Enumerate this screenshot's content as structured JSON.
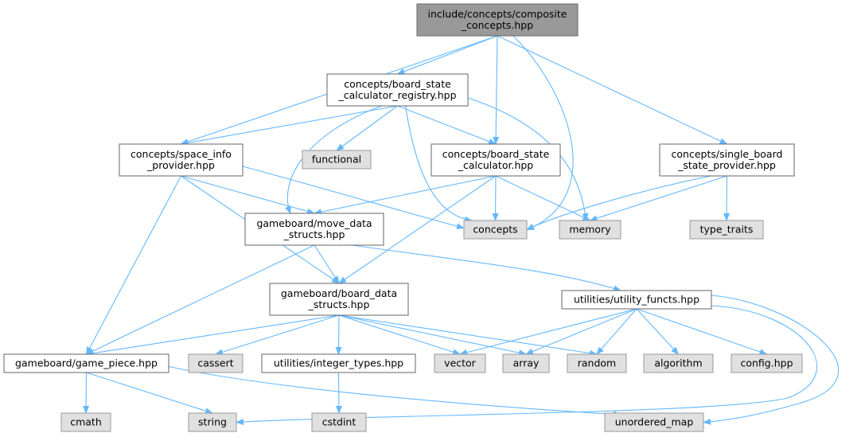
{
  "title": "include/concepts/composite_concepts.hpp include dependency graph",
  "colors": {
    "root_fill": "#999999",
    "root_stroke": "#666666",
    "file_fill": "#ffffff",
    "file_stroke": "#666666",
    "system_fill": "#e0e0e0",
    "system_stroke": "#999999",
    "edge": "#63b8ff",
    "text": "#000000"
  },
  "nodes": [
    {
      "id": "root",
      "kind": "root",
      "lines": [
        "include/concepts/composite",
        "_concepts.hpp"
      ]
    },
    {
      "id": "bscr",
      "kind": "file",
      "lines": [
        "concepts/board_state",
        "_calculator_registry.hpp"
      ]
    },
    {
      "id": "sip",
      "kind": "file",
      "lines": [
        "concepts/space_info",
        "_provider.hpp"
      ]
    },
    {
      "id": "functional",
      "kind": "system",
      "lines": [
        "functional"
      ]
    },
    {
      "id": "bsc",
      "kind": "file",
      "lines": [
        "concepts/board_state",
        "_calculator.hpp"
      ]
    },
    {
      "id": "sbsp",
      "kind": "file",
      "lines": [
        "concepts/single_board",
        "_state_provider.hpp"
      ]
    },
    {
      "id": "mds",
      "kind": "file",
      "lines": [
        "gameboard/move_data",
        "_structs.hpp"
      ]
    },
    {
      "id": "concepts",
      "kind": "system",
      "lines": [
        "concepts"
      ]
    },
    {
      "id": "memory",
      "kind": "system",
      "lines": [
        "memory"
      ]
    },
    {
      "id": "type_traits",
      "kind": "system",
      "lines": [
        "type_traits"
      ]
    },
    {
      "id": "bds",
      "kind": "file",
      "lines": [
        "gameboard/board_data",
        "_structs.hpp"
      ]
    },
    {
      "id": "uf",
      "kind": "file",
      "lines": [
        "utilities/utility_functs.hpp"
      ]
    },
    {
      "id": "gp",
      "kind": "file",
      "lines": [
        "gameboard/game_piece.hpp"
      ]
    },
    {
      "id": "cassert",
      "kind": "system",
      "lines": [
        "cassert"
      ]
    },
    {
      "id": "it",
      "kind": "file",
      "lines": [
        "utilities/integer_types.hpp"
      ]
    },
    {
      "id": "vector",
      "kind": "system",
      "lines": [
        "vector"
      ]
    },
    {
      "id": "array",
      "kind": "system",
      "lines": [
        "array"
      ]
    },
    {
      "id": "random",
      "kind": "system",
      "lines": [
        "random"
      ]
    },
    {
      "id": "algorithm",
      "kind": "system",
      "lines": [
        "algorithm"
      ]
    },
    {
      "id": "config",
      "kind": "system",
      "lines": [
        "config.hpp"
      ]
    },
    {
      "id": "cmath",
      "kind": "system",
      "lines": [
        "cmath"
      ]
    },
    {
      "id": "string",
      "kind": "system",
      "lines": [
        "string"
      ]
    },
    {
      "id": "cstdint",
      "kind": "system",
      "lines": [
        "cstdint"
      ]
    },
    {
      "id": "unordered_map",
      "kind": "system",
      "lines": [
        "unordered_map"
      ]
    }
  ],
  "edges": [
    [
      "root",
      "bscr"
    ],
    [
      "root",
      "sip"
    ],
    [
      "root",
      "bsc"
    ],
    [
      "root",
      "sbsp"
    ],
    [
      "root",
      "concepts"
    ],
    [
      "bscr",
      "sip"
    ],
    [
      "bscr",
      "functional"
    ],
    [
      "bscr",
      "bsc"
    ],
    [
      "bscr",
      "mds"
    ],
    [
      "bscr",
      "concepts"
    ],
    [
      "bscr",
      "memory"
    ],
    [
      "sip",
      "mds"
    ],
    [
      "sip",
      "concepts"
    ],
    [
      "sip",
      "bds"
    ],
    [
      "sip",
      "gp"
    ],
    [
      "bsc",
      "mds"
    ],
    [
      "bsc",
      "concepts"
    ],
    [
      "bsc",
      "memory"
    ],
    [
      "bsc",
      "bds"
    ],
    [
      "sbsp",
      "concepts"
    ],
    [
      "sbsp",
      "memory"
    ],
    [
      "sbsp",
      "type_traits"
    ],
    [
      "mds",
      "bds"
    ],
    [
      "mds",
      "gp"
    ],
    [
      "mds",
      "uf"
    ],
    [
      "bds",
      "gp"
    ],
    [
      "bds",
      "cassert"
    ],
    [
      "bds",
      "it"
    ],
    [
      "bds",
      "vector"
    ],
    [
      "bds",
      "array"
    ],
    [
      "bds",
      "random"
    ],
    [
      "uf",
      "vector"
    ],
    [
      "uf",
      "array"
    ],
    [
      "uf",
      "random"
    ],
    [
      "uf",
      "algorithm"
    ],
    [
      "uf",
      "config"
    ],
    [
      "uf",
      "string"
    ],
    [
      "uf",
      "unordered_map"
    ],
    [
      "gp",
      "cmath"
    ],
    [
      "gp",
      "string"
    ],
    [
      "gp",
      "unordered_map"
    ],
    [
      "it",
      "cstdint"
    ]
  ]
}
